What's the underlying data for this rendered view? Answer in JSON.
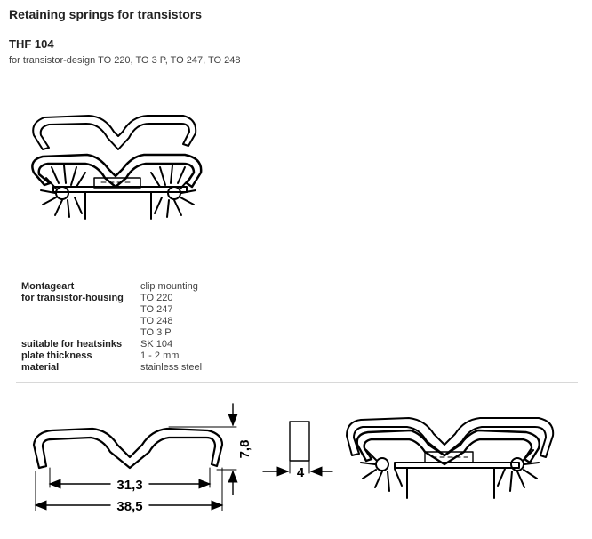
{
  "page": {
    "title": "Retaining springs for transistors",
    "product_name": "THF 104",
    "description": "for transistor-design TO 220, TO 3 P, TO 247, TO 248"
  },
  "specs": [
    {
      "key": "Montageart",
      "values": [
        "clip mounting"
      ]
    },
    {
      "key": "for transistor-housing",
      "values": [
        "TO 220",
        "TO 247",
        "TO 248",
        "TO 3 P"
      ]
    },
    {
      "key": "suitable for heatsinks",
      "values": [
        "SK 104"
      ]
    },
    {
      "key": "plate thickness",
      "values": [
        "1 - 2 mm"
      ]
    },
    {
      "key": "material",
      "values": [
        "stainless steel"
      ]
    }
  ],
  "drawing": {
    "inner_width": "31,3",
    "outer_width": "38,5",
    "height": "7,8",
    "thickness": "4"
  }
}
